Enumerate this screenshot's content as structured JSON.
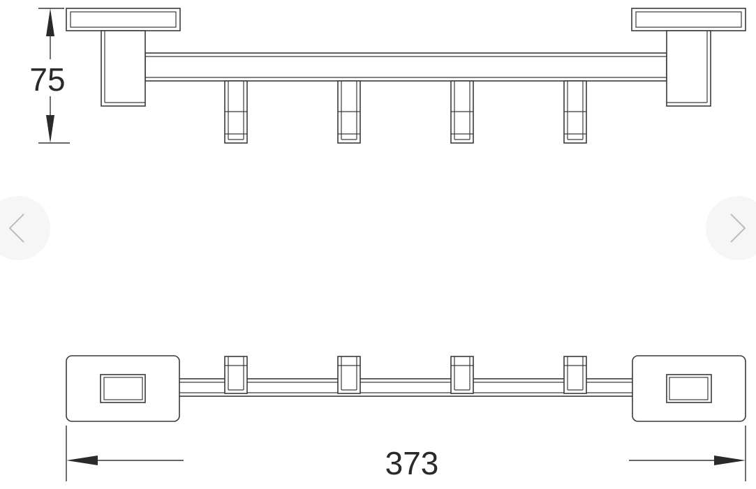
{
  "drawing": {
    "height_dimension": "75",
    "width_dimension": "373",
    "hook_count": 4
  },
  "navigation": {
    "prev_icon": "chevron-left-icon",
    "next_icon": "chevron-right-icon"
  }
}
